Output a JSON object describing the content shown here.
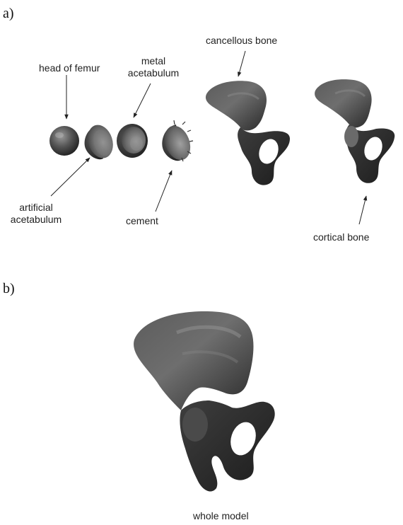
{
  "panels": {
    "a": {
      "label": "a)"
    },
    "b": {
      "label": "b)"
    }
  },
  "labels": {
    "head_of_femur": "head of femur",
    "metal_acetabulum_line1": "metal",
    "metal_acetabulum_line2": "acetabulum",
    "cancellous_bone": "cancellous bone",
    "artificial_acetabulum_line1": "artificial",
    "artificial_acetabulum_line2": "acetabulum",
    "cement": "cement",
    "cortical_bone": "cortical bone",
    "whole_model": "whole model"
  }
}
